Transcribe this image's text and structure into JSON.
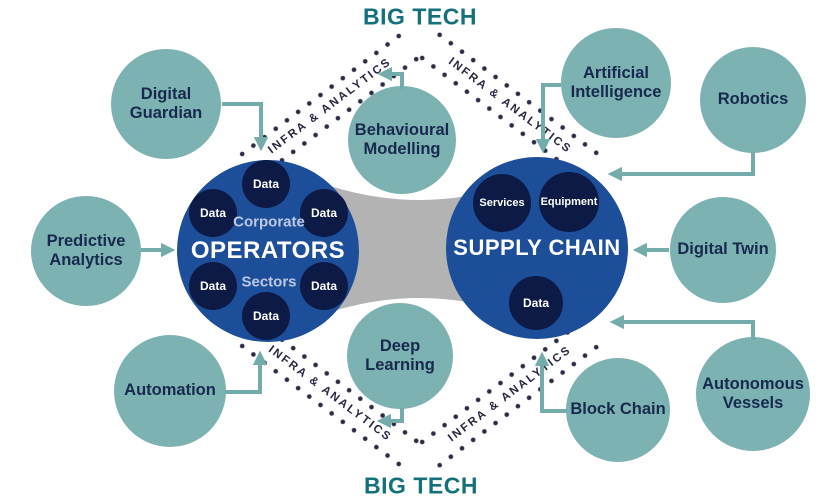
{
  "title_top": "BIG TECH",
  "title_bottom": "BIG TECH",
  "infra_label": "INFRA & ANALYTICS",
  "colors": {
    "teal_circle": "#7db2b2",
    "hub_blue": "#1d4e99",
    "node_navy": "#0c1a45",
    "band_gray": "#b3b3b3",
    "arrow_teal": "#74abab",
    "title_teal": "#14717b",
    "dot_color": "#2c2c46",
    "infra_text": "#26263f",
    "navy_text": "#17294e",
    "hub_subtext": "#bcc9e6"
  },
  "hubs": {
    "operators": {
      "label": "OPERATORS",
      "sub_top": "Corporate",
      "sub_bottom": "Sectors",
      "data_nodes": [
        "Data",
        "Data",
        "Data",
        "Data",
        "Data",
        "Data"
      ]
    },
    "supply_chain": {
      "label": "SUPPLY CHAIN",
      "nodes": [
        "Services",
        "Equipment",
        "Data"
      ]
    }
  },
  "satellites": [
    {
      "id": "digital-guardian",
      "label": "Digital Guardian"
    },
    {
      "id": "predictive-analytics",
      "label": "Predictive Analytics"
    },
    {
      "id": "automation",
      "label": "Automation"
    },
    {
      "id": "behavioural-modelling",
      "label": "Behavioural Modelling"
    },
    {
      "id": "deep-learning",
      "label": "Deep Learning"
    },
    {
      "id": "artificial-intelligence",
      "label": "Artificial Intelligence"
    },
    {
      "id": "robotics",
      "label": "Robotics"
    },
    {
      "id": "digital-twin",
      "label": "Digital Twin"
    },
    {
      "id": "autonomous-vessels",
      "label": "Autonomous Vessels"
    },
    {
      "id": "block-chain",
      "label": "Block Chain"
    }
  ],
  "connections": [
    {
      "from": "digital-guardian",
      "to": "operators"
    },
    {
      "from": "predictive-analytics",
      "to": "operators"
    },
    {
      "from": "automation",
      "to": "operators"
    },
    {
      "from": "behavioural-modelling",
      "to": "infra-analytics-upper-left"
    },
    {
      "from": "deep-learning",
      "to": "infra-analytics-lower-left"
    },
    {
      "from": "artificial-intelligence",
      "to": "supply-chain"
    },
    {
      "from": "robotics",
      "to": "supply-chain"
    },
    {
      "from": "digital-twin",
      "to": "supply-chain"
    },
    {
      "from": "autonomous-vessels",
      "to": "supply-chain"
    },
    {
      "from": "block-chain",
      "to": "supply-chain"
    }
  ]
}
